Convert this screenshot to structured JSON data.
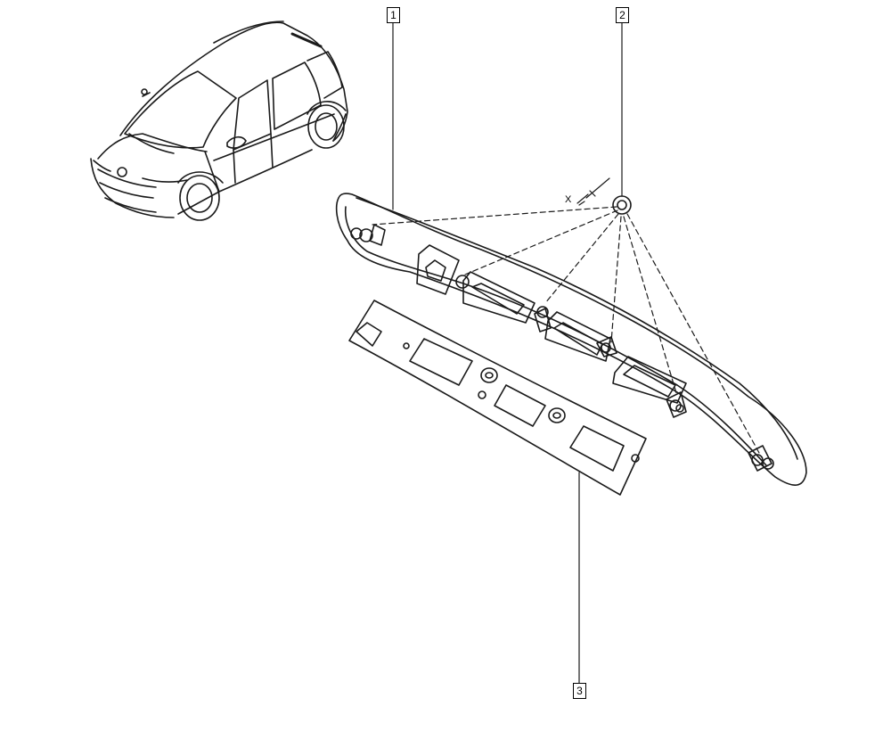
{
  "callouts": {
    "part_1": "1",
    "part_2": "2",
    "part_3": "3"
  },
  "dimension_label": "X",
  "colors": {
    "line": "#1a1a1a",
    "background": "#ffffff"
  }
}
